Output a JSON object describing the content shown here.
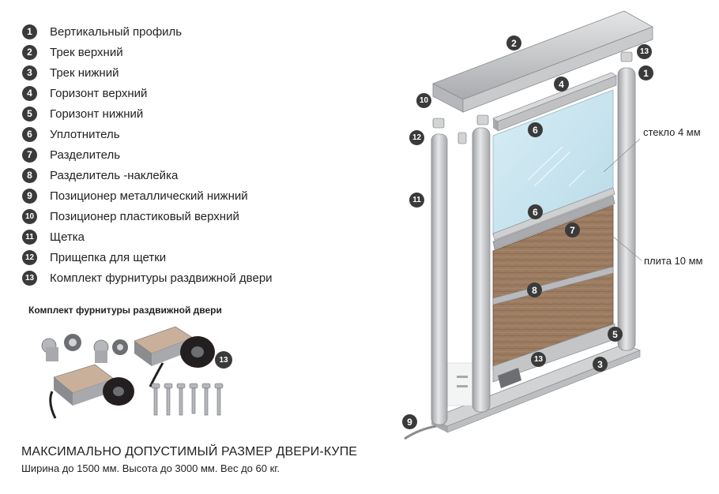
{
  "legend": [
    {
      "num": "1",
      "label": "Вертикальный профиль"
    },
    {
      "num": "2",
      "label": "Трек верхний"
    },
    {
      "num": "3",
      "label": "Трек нижний"
    },
    {
      "num": "4",
      "label": "Горизонт верхний"
    },
    {
      "num": "5",
      "label": "Горизонт нижний"
    },
    {
      "num": "6",
      "label": "Уплотнитель"
    },
    {
      "num": "7",
      "label": "Разделитель"
    },
    {
      "num": "8",
      "label": "Разделитель -наклейка"
    },
    {
      "num": "9",
      "label": "Позиционер металлический нижний"
    },
    {
      "num": "10",
      "label": "Позиционер пластиковый верхний"
    },
    {
      "num": "11",
      "label": "Щетка"
    },
    {
      "num": "12",
      "label": "Прищепка для щетки"
    },
    {
      "num": "13",
      "label": "Комплект фурнитуры раздвижной двери"
    }
  ],
  "kit": {
    "title": "Комплект фурнитуры раздвижной двери",
    "num": "13"
  },
  "footer": {
    "title": "МАКСИМАЛЬНО ДОПУСТИМЫЙ РАЗМЕР ДВЕРИ-КУПЕ",
    "subtitle": "Ширина до 1500 мм. Высота до 3000 мм. Вес до 60 кг."
  },
  "annotations": {
    "glass": "стекло 4 мм",
    "board": "плита 10 мм"
  },
  "callouts": {
    "c2": "2",
    "c13top": "13",
    "c1": "1",
    "c4": "4",
    "c10": "10",
    "c12": "12",
    "c6a": "6",
    "c11": "11",
    "c6b": "6",
    "c7": "7",
    "c8": "8",
    "c5": "5",
    "c13b": "13",
    "c3": "3",
    "c9": "9"
  },
  "colors": {
    "badge": "#3a3a3a",
    "aluminium": "#c9cacb",
    "glass": "#cfe8f2",
    "wood": "#9a7a5e"
  }
}
